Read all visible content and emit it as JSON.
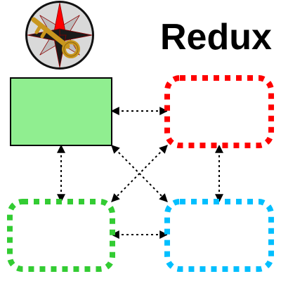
{
  "title": "Redux",
  "logo": {
    "icon": "compass-key-icon",
    "colors": {
      "ring": "#111111",
      "disc": "#d9d9d9",
      "star_dark": "#1a1a1a",
      "star_red": "#ff0000",
      "star_light": "#bdbdbd",
      "key": "#c8961e",
      "key_dark": "#8a6410"
    }
  },
  "nodes": [
    {
      "id": "store",
      "style": "solid",
      "fill": "#90ee90",
      "stroke": "#000000"
    },
    {
      "id": "red",
      "style": "dotted",
      "fill": "#ffffff",
      "stroke": "#ff0000"
    },
    {
      "id": "green",
      "style": "dotted",
      "fill": "#ffffff",
      "stroke": "#33cc33"
    },
    {
      "id": "blue",
      "style": "dotted",
      "fill": "#ffffff",
      "stroke": "#00bfff"
    }
  ],
  "connections": [
    {
      "from": "store",
      "to": "red",
      "bidirectional": true
    },
    {
      "from": "store",
      "to": "green",
      "bidirectional": true
    },
    {
      "from": "store",
      "to": "blue",
      "bidirectional": true
    },
    {
      "from": "red",
      "to": "green",
      "bidirectional": true
    },
    {
      "from": "red",
      "to": "blue",
      "bidirectional": true
    },
    {
      "from": "green",
      "to": "blue",
      "bidirectional": true
    }
  ]
}
